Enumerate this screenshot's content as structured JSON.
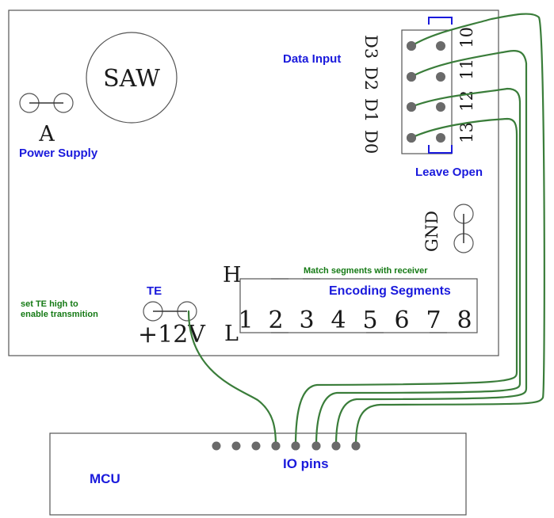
{
  "board": {
    "chip_label": "SAW",
    "power_jumper_label": "A",
    "power_supply_label": "Power Supply",
    "data_input_label": "Data Input",
    "data_pins": [
      "D3",
      "D2",
      "D1",
      "D0"
    ],
    "pin_numbers": [
      "10",
      "11",
      "12",
      "13"
    ],
    "leave_open_label": "Leave Open",
    "gnd_label": "GND",
    "match_note": "Match segments with receiver",
    "encoding_label": "Encoding Segments",
    "segment_numbers": [
      "1",
      "2",
      "3",
      "4",
      "5",
      "6",
      "7",
      "8"
    ],
    "high_label": "H",
    "low_label": "L",
    "te_label": "TE",
    "supply_label": "+12V",
    "te_note_line1": "set TE high to",
    "te_note_line2": "enable transmition"
  },
  "mcu": {
    "label": "MCU",
    "io_label": "IO pins"
  },
  "colors": {
    "wire": "#3a7d3a",
    "label_blue": "#1a1adc",
    "note_green": "#157a15",
    "outline": "#555555",
    "pin": "#6a6a6a"
  }
}
